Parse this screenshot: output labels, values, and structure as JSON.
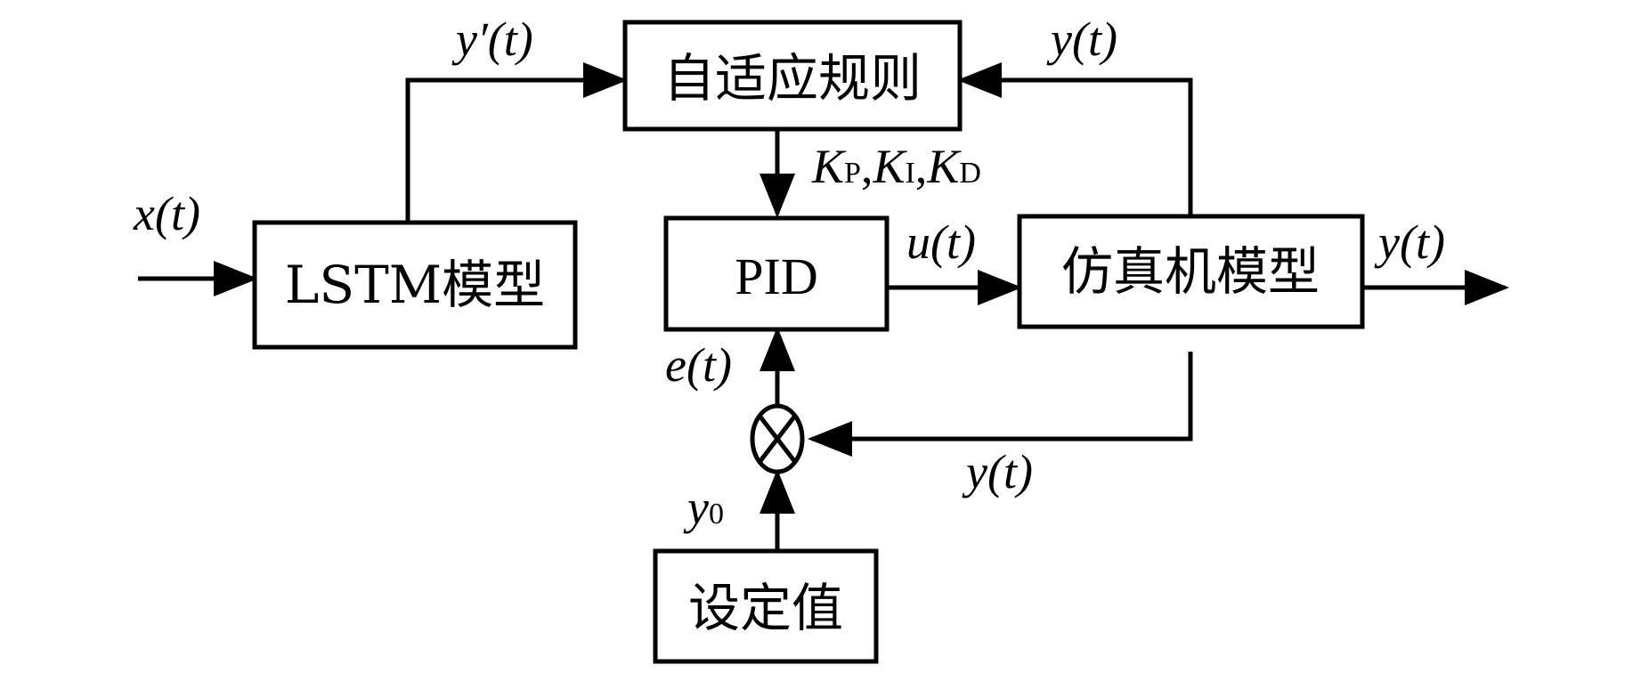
{
  "blocks": {
    "lstm": "LSTM模型",
    "adaptive": "自适应规则",
    "pid": "PID",
    "plant": "仿真机模型",
    "setpoint": "设定值"
  },
  "signals": {
    "input": "x(t)",
    "lstm_out": "y′(t)",
    "feedback_top": "y(t)",
    "gains": {
      "k": "K",
      "p": "P",
      "i": "I",
      "d": "D",
      "sep": ","
    },
    "control": "u(t)",
    "output": "y(t)",
    "error": "e(t)",
    "feedback_bottom": "y(t)",
    "setpoint": {
      "base": "y",
      "sub": "0"
    }
  },
  "junction": {
    "symbol": "summing-junction"
  }
}
